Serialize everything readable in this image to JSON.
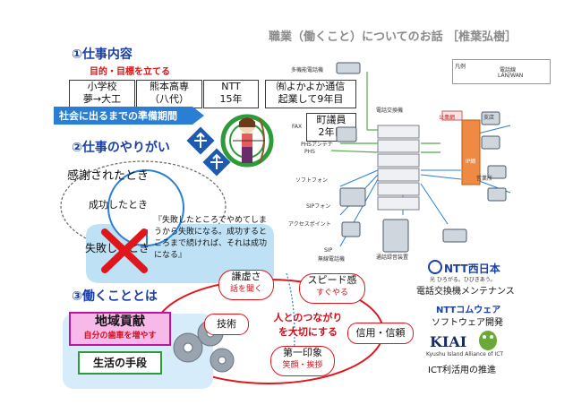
{
  "title": "職業（働くこと）についてのお話 ［椎葉弘樹］",
  "section1": {
    "heading": "①仕事内容",
    "goal": "目的・目標を立てる",
    "school1_a": "小学校",
    "school1_b": "夢→大工",
    "school2_a": "熊本高専",
    "school2_b": "（八代）",
    "ntt_a": "NTT",
    "ntt_b": "15年",
    "yoka_a": "㈲よかよか通信",
    "yoka_b": "起業して9年目",
    "giin_a": "町議員",
    "giin_b": "2年目",
    "banner": "社会に出るまでの準備期間"
  },
  "section2": {
    "heading": "②仕事のやりがい",
    "thanked": "感謝されたとき",
    "success": "成功したとき",
    "failure": "失敗したとき",
    "quote": "『失敗したところでやめてしまうから失敗になる。成功するところまで続ければ、それは成功になる』"
  },
  "section3": {
    "heading": "③働くこととは",
    "chiiki_a": "地域貢献",
    "chiiki_b": "自分の歯車を増やす",
    "seikatsu": "生活の手段",
    "kenkyo_a": "謙虚さ",
    "kenkyo_b": "話を聞く",
    "speed_a": "スピード感",
    "speed_b": "すぐやる",
    "gijutsu": "技術",
    "center_a": "人とのつながり",
    "center_b": "を大切にする",
    "shinyo": "信用・信頼",
    "daiichi_a": "第一印象",
    "daiichi_b": "笑顔・挨拶"
  },
  "network": {
    "multi": "多機能電話機",
    "fax": "FAX",
    "phs_ant": "PHSアンテナ",
    "phs": "PHS",
    "softphone": "ソフトフォン",
    "sip": "SIPフォン",
    "ap": "アクセスポイント",
    "sip_wl_a": "SIP",
    "sip_wl_b": "無線電話機",
    "exchange": "電話交換機",
    "server": "通話録音装置",
    "public": "公衆網",
    "ip": "IP網",
    "branch": "支店",
    "office": "営業所",
    "legend_title": "凡例",
    "legend_phone": "電話線",
    "legend_lan": "LAN/WAN"
  },
  "companies": {
    "ntt_logo": "NTT西日本",
    "ntt_sub": "光 ひろがる。ひびきあう。",
    "ntt_role": "電話交換機メンテナンス",
    "comware": "NTTコムウェア",
    "comware_role": "ソフトウェア開発",
    "kiai": "KIAI",
    "kiai_sub": "Kyushu Island Alliance of ICT",
    "kiai_role": "ICT利活用の推進"
  }
}
